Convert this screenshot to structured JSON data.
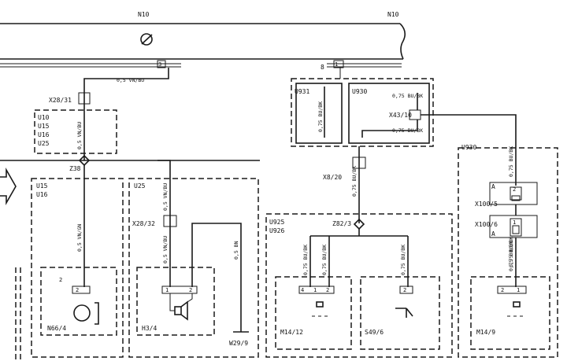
{
  "bus": {
    "left_label": "N10",
    "right_label": "N10"
  },
  "connectors": {
    "c3": "3",
    "c8": "8",
    "c1a": "1",
    "c1b": "1",
    "c2a": "2",
    "c2b": "2",
    "x28_31": "X28/31",
    "x28_32": "X28/32",
    "x43_10": "X43/10",
    "x8_20": "X8/20",
    "x100_5": "X100/5",
    "x100_6": "X100/6",
    "z38": "Z38",
    "z82_3": "Z82/3",
    "pinA1": "A",
    "pinA2": "A"
  },
  "wires": {
    "w1": "0,5 VN/BU",
    "w2": "0,5 VN/BU",
    "w3": "0,5 VN/GN",
    "w4": "0,5 VN/BU",
    "w5": "0,5 VN/BU",
    "w6": "0,5 BN",
    "w7": "0,75 BU/BK",
    "w8": "0,75 BU/BK",
    "w9": "0,75 BU/BK",
    "w10": "0,75 BU/BK",
    "w11": "0,75 BU/BK",
    "w12": "0,75 BU/BK",
    "w13": "0,75 BU/BK",
    "w14": "0,75 BU/BK",
    "w15": "0,75 BU/BK",
    "w16": "0,75 BU/BK"
  },
  "zones": {
    "u10_block": [
      "U10",
      "U15",
      "U16",
      "U25"
    ],
    "u15_block": [
      "U15",
      "U16"
    ],
    "u25": "U25",
    "u931": "U931",
    "u930a": "U930",
    "u930b": "U930",
    "u925_block": [
      "U925",
      "U926"
    ]
  },
  "components": {
    "n66": "N66/4",
    "h3": "H3/4",
    "w29": "W29/9",
    "m14_12": "M14/12",
    "s49": "S49/6",
    "m14_9": "M14/9"
  },
  "pins": {
    "p2": "2",
    "p2b": "2",
    "p1": "1",
    "p2c": "2",
    "p4": "4",
    "p1b": "1",
    "p2d": "2",
    "p2e": "2",
    "p2f": "2",
    "p1c": "1",
    "p2g": "2",
    "p1d": "1",
    "p2h": "2",
    "p1e": "1"
  }
}
